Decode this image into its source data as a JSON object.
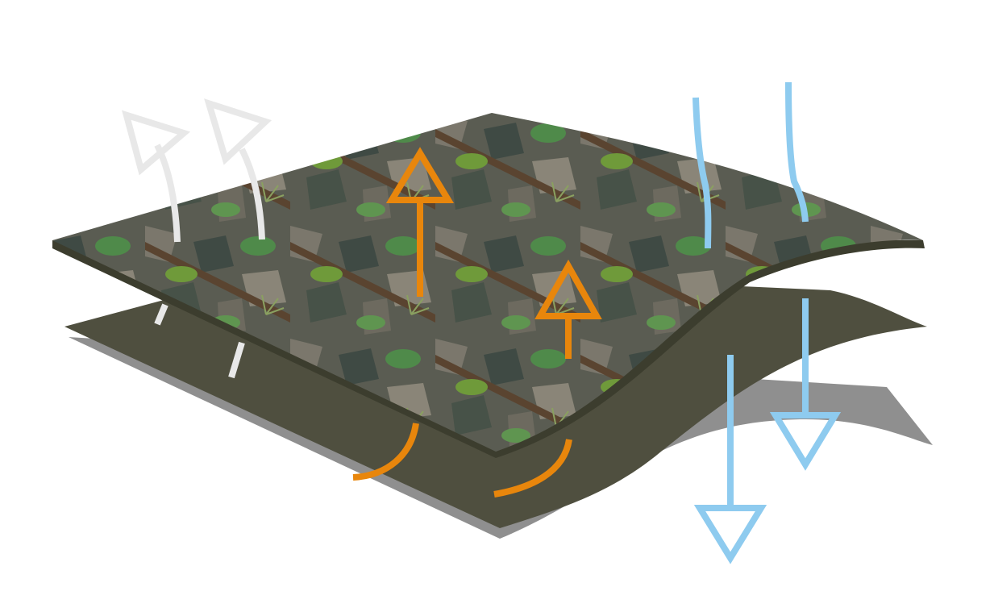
{
  "diagram": {
    "subject": "layered-fabric-membrane",
    "layers": [
      "camouflage-outer-layer",
      "olive-membrane-layer"
    ],
    "arrows": {
      "vapor_out": {
        "icon": "curved-arrow-up-icon",
        "count": 2
      },
      "heat_out": {
        "icon": "arrow-up-icon",
        "count": 2
      },
      "water_blocked": {
        "icon": "arrow-down-icon",
        "count": 2
      }
    }
  },
  "colors": {
    "background": "#ffffff",
    "shadow": "#8f8f8f",
    "membrane": "#4f4f3f",
    "membrane_edge": "#3c3d2e",
    "camo_base": "#5a5c52",
    "camo_green": "#6f9a3a",
    "camo_leaf": "#4f8a4a",
    "camo_bark": "#5a4430",
    "camo_stone": "#7b776c",
    "vapor_arrow": "#e8e8e8",
    "heat_arrow": "#e8860c",
    "water_arrow": "#8ecbef"
  }
}
